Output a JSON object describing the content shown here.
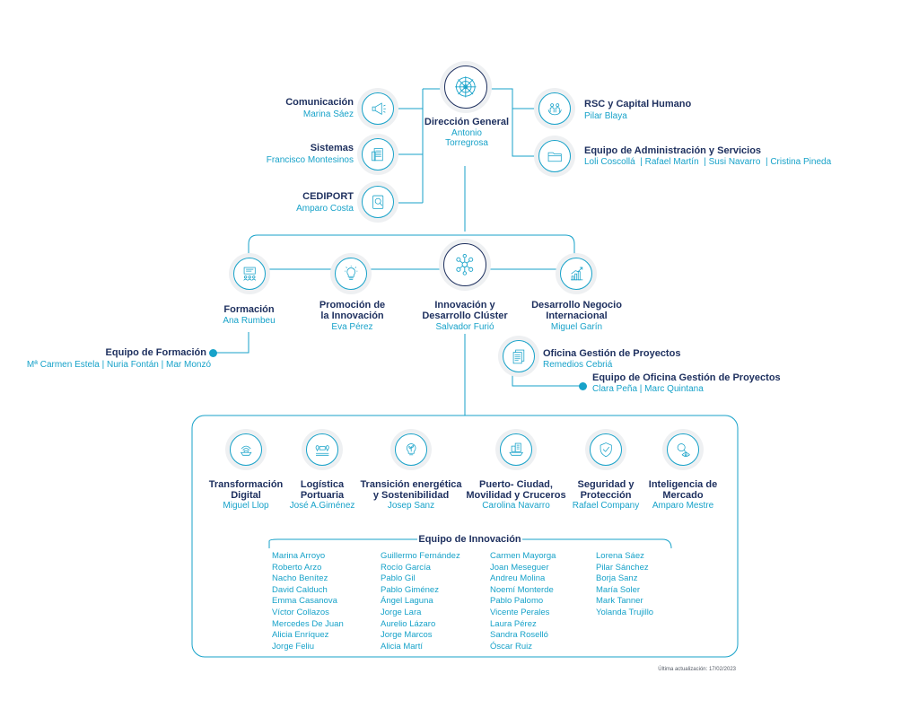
{
  "direccion": {
    "title": "Dirección General",
    "name_line1": "Antonio",
    "name_line2": "Torregrosa",
    "icon": "network-web-icon"
  },
  "comunicacion": {
    "title": "Comunicación",
    "name": "Marina Sáez",
    "icon": "megaphone-icon"
  },
  "sistemas": {
    "title": "Sistemas",
    "name": "Francisco Montesinos",
    "icon": "server-icon"
  },
  "cediport": {
    "title": "CEDIPORT",
    "name": "Amparo Costa",
    "icon": "document-search-icon"
  },
  "rsc": {
    "title": "RSC y Capital Humano",
    "name": "Pilar Blaya",
    "icon": "people-hands-icon"
  },
  "administracion": {
    "title": "Equipo de Administración y Servicios",
    "name": "Loli Coscollá  | Rafael Martín  | Susi Navarro  | Cristina Pineda",
    "icon": "folder-icon"
  },
  "formacion": {
    "title": "Formación",
    "name": "Ana Rumbeu",
    "icon": "classroom-icon"
  },
  "promocion": {
    "title_line1": "Promoción de",
    "title_line2": "la Innovación",
    "name": "Eva Pérez",
    "icon": "lightbulb-icon"
  },
  "innovacion": {
    "title_line1": "Innovación y",
    "title_line2": "Desarrollo Clúster",
    "name": "Salvador Furió",
    "icon": "cluster-network-icon"
  },
  "desarrollo": {
    "title_line1": "Desarrollo Negocio",
    "title_line2": "Internacional",
    "name": "Miguel Garín",
    "icon": "growth-chart-icon"
  },
  "equipo_formacion": {
    "title": "Equipo de Formación",
    "name": "Mª Carmen Estela | Nuria Fontán | Mar Monzó"
  },
  "oficina": {
    "title": "Oficina Gestión de Proyectos",
    "name": "Remedios Cebriá",
    "icon": "documents-icon"
  },
  "equipo_oficina": {
    "title": "Equipo de Oficina Gestión de Proyectos",
    "name": "Clara Peña | Marc Quintana"
  },
  "areas": [
    {
      "title_line1": "Transformación",
      "title_line2": "Digital",
      "name": "Miguel Llop",
      "icon": "digital-ship-icon"
    },
    {
      "title_line1": "Logística",
      "title_line2": "Portuaria",
      "name": "José A.Giménez",
      "icon": "logistics-route-icon"
    },
    {
      "title_line1": "Transición energética",
      "title_line2": "y Sostenibilidad",
      "name": "Josep Sanz",
      "icon": "sustainable-bulb-icon"
    },
    {
      "title_line1": "Puerto- Ciudad,",
      "title_line2": "Movilidad y Cruceros",
      "name": "Carolina Navarro",
      "icon": "port-city-icon"
    },
    {
      "title_line1": "Seguridad y",
      "title_line2": "Protección",
      "name": "Rafael Company",
      "icon": "security-shield-icon"
    },
    {
      "title_line1": "Inteligencia de",
      "title_line2": "Mercado",
      "name": "Amparo Mestre",
      "icon": "market-eye-icon"
    }
  ],
  "equipo_innovacion": {
    "title": "Equipo de Innovación",
    "columns": [
      [
        "Marina Arroyo",
        "Roberto Arzo",
        "Nacho Benítez",
        "David Calduch",
        "Emma Casanova",
        "Víctor Collazos",
        "Mercedes De Juan",
        "Alicia Enríquez",
        "Jorge Feliu"
      ],
      [
        "Guillermo Fernández",
        "Rocío García",
        "Pablo Gil",
        "Pablo Giménez",
        "Ángel Laguna",
        "Jorge Lara",
        "Aurelio Lázaro",
        "Jorge Marcos",
        "Alicia Martí"
      ],
      [
        "Carmen Mayorga",
        "Joan Meseguer",
        "Andreu Molina",
        "Noemí Monterde",
        "Pablo Palomo",
        "Vicente Perales",
        "Laura Pérez",
        "Sandra Roselló",
        "Óscar Ruiz"
      ],
      [
        "Lorena Sáez",
        "Pilar Sánchez",
        "Borja Sanz",
        "María Soler",
        "Mark Tanner",
        "Yolanda Trujillo"
      ]
    ]
  },
  "footer": "Última actualización: 17/02/2023",
  "colors": {
    "navy": "#1d2f5e",
    "teal": "#17a2c9",
    "ring": "#eef0f2"
  }
}
